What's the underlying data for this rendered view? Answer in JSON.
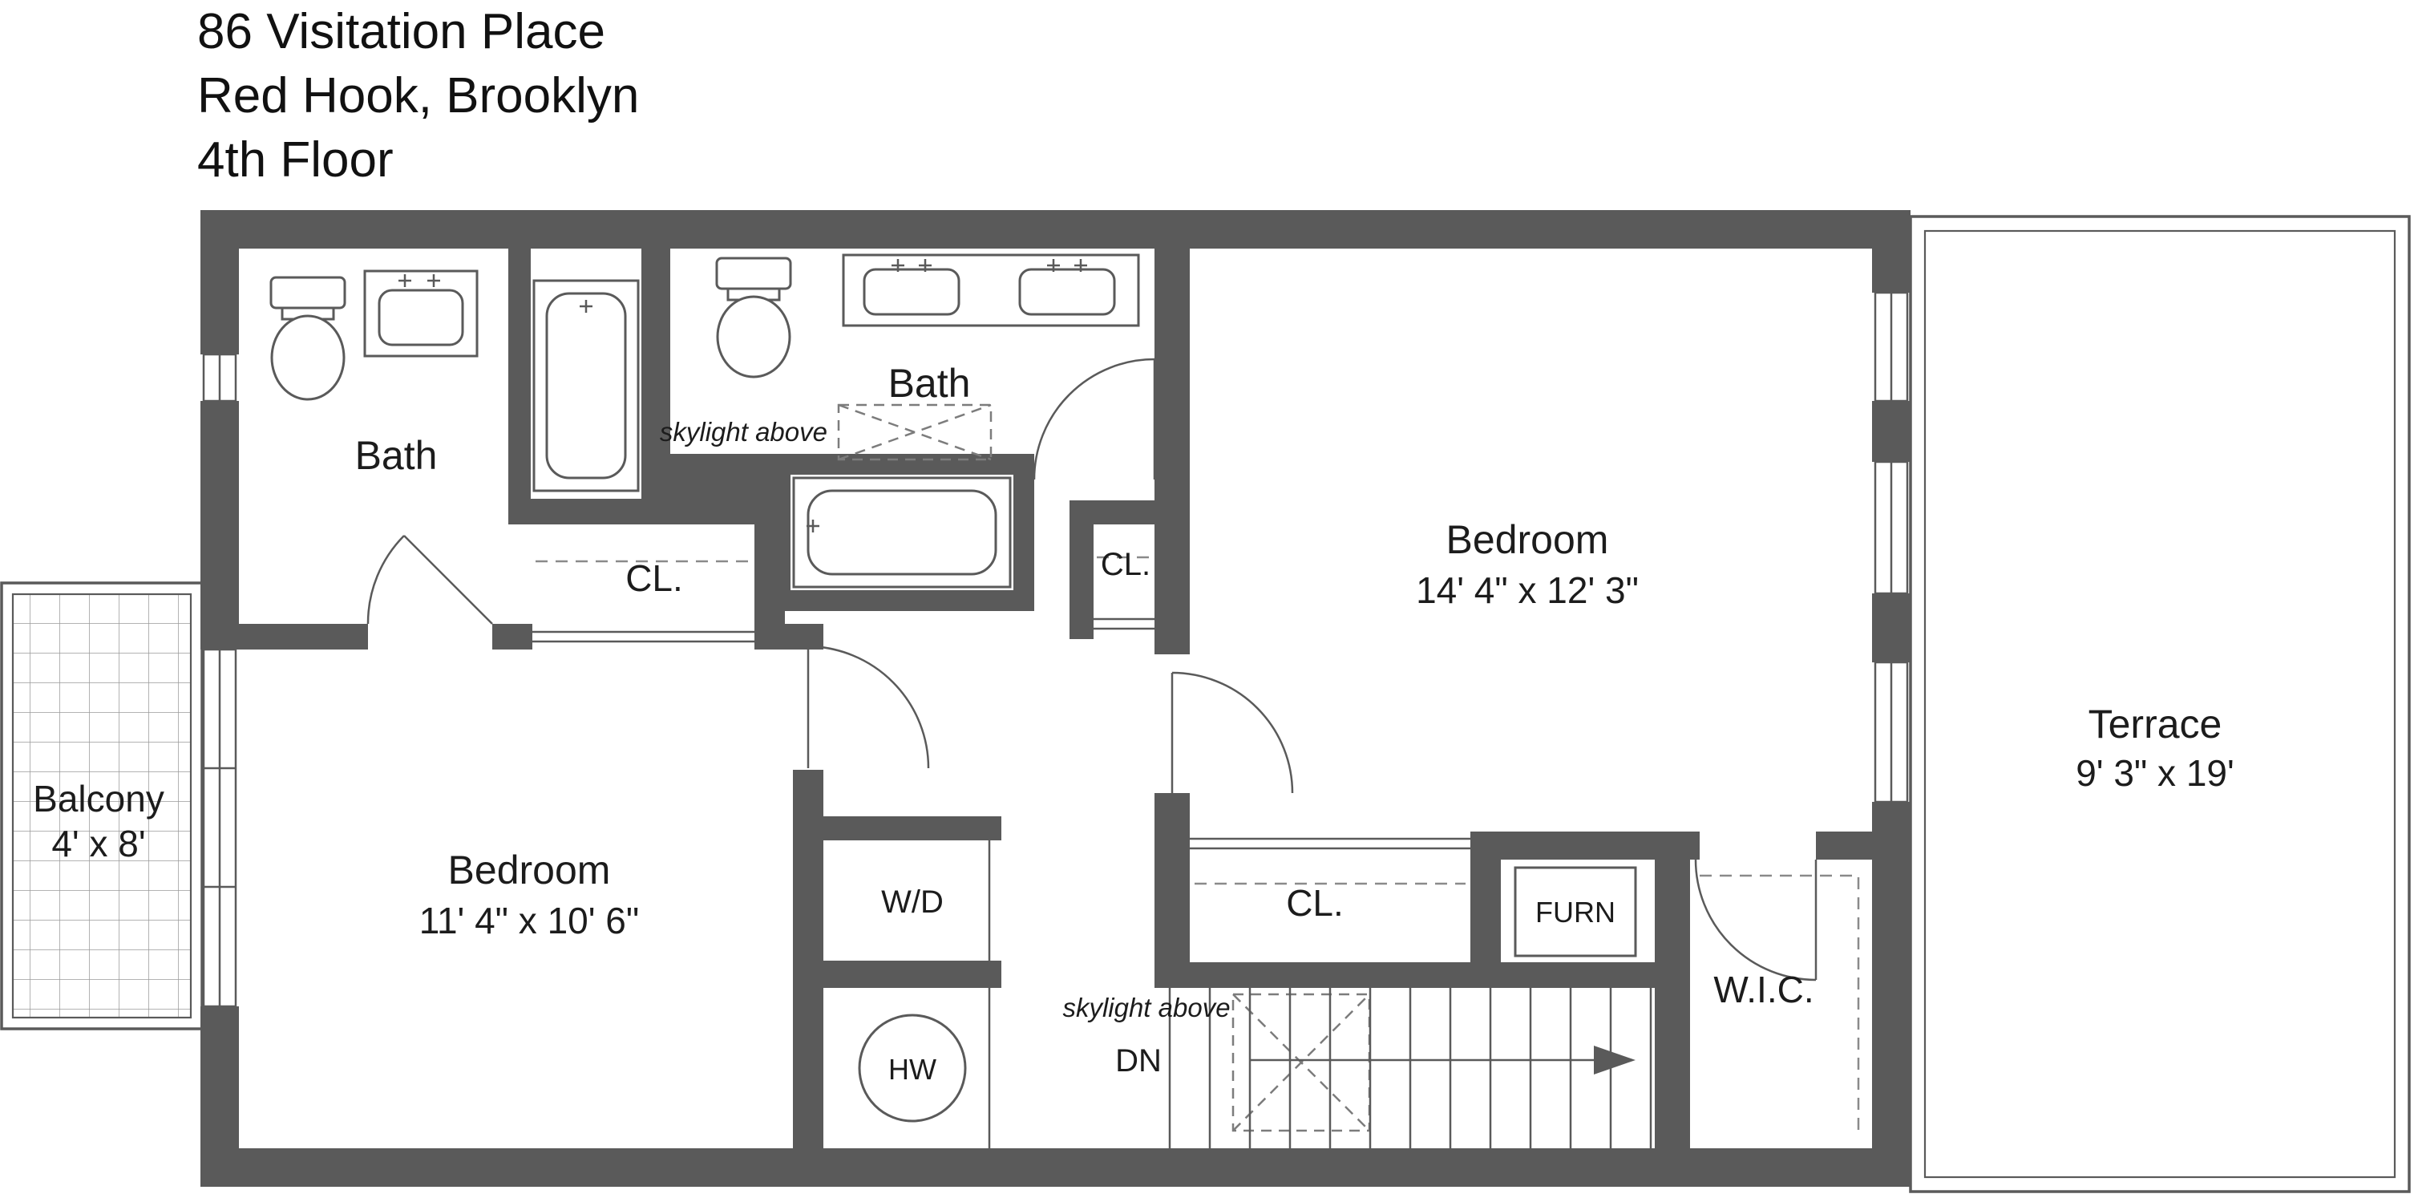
{
  "title": {
    "line1": "86 Visitation Place",
    "line2": "Red Hook, Brooklyn",
    "line3": "4th Floor"
  },
  "rooms": {
    "bath_left": {
      "label": "Bath"
    },
    "bath_center": {
      "label": "Bath"
    },
    "bedroom_right": {
      "label": "Bedroom",
      "dims": "14' 4\" x 12' 3\""
    },
    "bedroom_left": {
      "label": "Bedroom",
      "dims": "11' 4\" x 10' 6\""
    },
    "terrace": {
      "label": "Terrace",
      "dims": "9' 3\" x 19'"
    },
    "balcony": {
      "label": "Balcony",
      "dims": "4' x 8'"
    },
    "closet_top": {
      "label": "CL."
    },
    "closet_middle": {
      "label": "CL."
    },
    "closet_bottom": {
      "label": "CL."
    },
    "walk_in_closet": {
      "label": "W.I.C."
    },
    "washer_dryer": {
      "label": "W/D"
    },
    "hot_water_heater": {
      "label": "HW"
    },
    "furnace": {
      "label": "FURN"
    }
  },
  "annotations": {
    "skylight_bath": "skylight above",
    "skylight_stairs": "skylight above",
    "stair_direction": "DN"
  },
  "colors": {
    "wall": "#5a5a5a",
    "line": "#5a5a5a",
    "dash": "#7c7c7c",
    "background": "#ffffff"
  }
}
